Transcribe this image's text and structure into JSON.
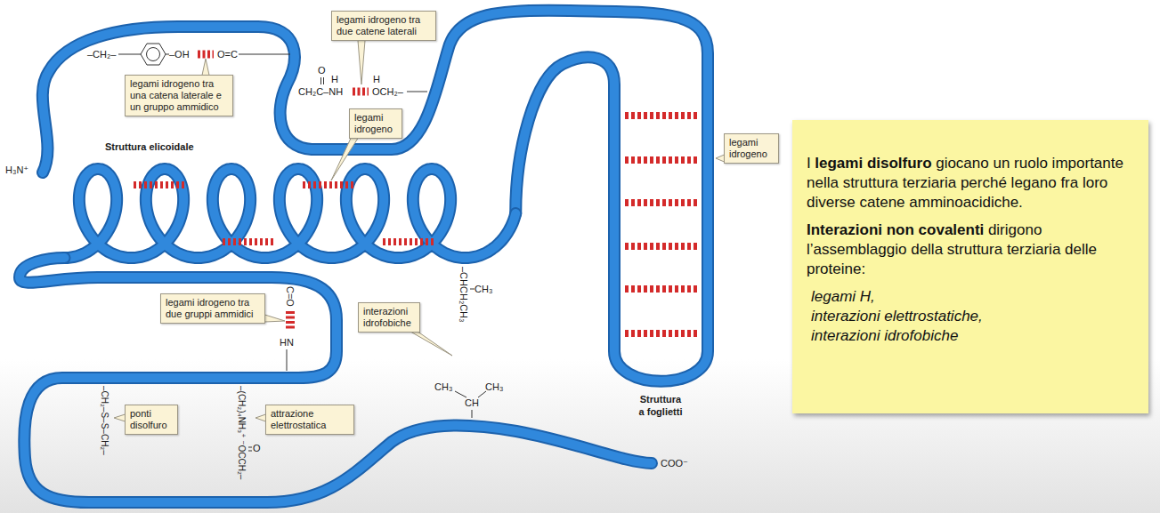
{
  "diagram": {
    "nodes": [
      {
        "text": [
          "legami idrogeno tra due catene laterali"
        ]
      },
      {
        "text": [
          "legami idrogeno tra una catena laterale e un gruppo ammidico"
        ]
      },
      {
        "text": [
          "legami idrogeno"
        ]
      },
      {
        "text": [
          "legami idrogeno"
        ]
      },
      {
        "text": [
          "legami idrogeno tra due gruppi ammidici"
        ]
      },
      {
        "text": [
          "interazioni idrofobiche"
        ]
      },
      {
        "text": [
          "ponti disolfuro"
        ]
      },
      {
        "text": [
          "attrazione elettrostatica"
        ]
      },
      {
        "text": [
          "I",
          "legami disolfuro",
          "giocano un ruolo importante nella struttura terziaria perché legano fra loro diverse catene amminoacidiche.",
          "Interazioni non covalenti",
          "dirigono l’assemblaggio della struttura terziaria delle proteine:",
          "legami H,",
          "interazioni elettrostatiche,",
          "interazioni idrofobiche"
        ]
      }
    ],
    "labels": [
      "H₃N⁺",
      "Struttura elicoidale",
      "Struttura a foglietti",
      "COO⁻",
      "–CH₂–",
      "–OH",
      "O=C",
      "O",
      "CH₂C–NH",
      "H",
      "H",
      "OCH₂–",
      "C=O",
      "HN",
      "–CHCH₂CH₃",
      "CH₃",
      "CH₃",
      "CH",
      "CH₃",
      "–CH₂–S–S–CH₂–",
      "–(CH₂)₄NH₃⁺ ⁻OCCH₂–",
      "O"
    ]
  }
}
